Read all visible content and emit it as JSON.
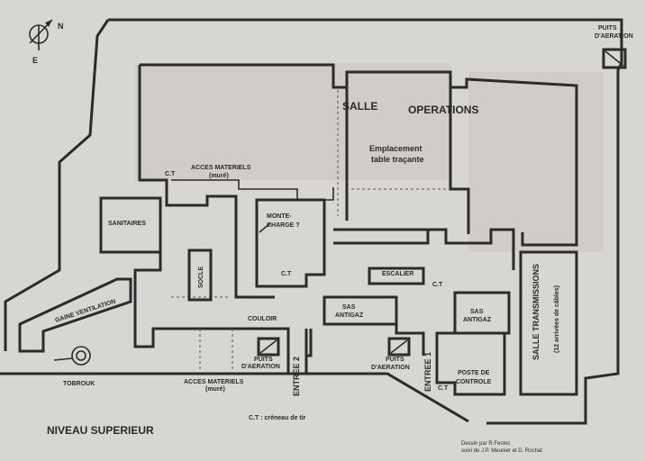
{
  "compass": {
    "n": "N",
    "e": "E"
  },
  "labels": {
    "puits_top": "PUITS",
    "aeration_top": "D'AERATION",
    "salle": "SALLE",
    "operations": "OPERATIONS",
    "emplacement": "Emplacement",
    "table_tracante": "table traçante",
    "ct_1": "C.T",
    "acces_materiels_top": "ACCES MATERIELS",
    "mure_top": "(muré)",
    "sanitaires": "SANITAIRES",
    "monte": "MONTE-",
    "charge": "CHARGE ?",
    "ct_2": "C.T",
    "escalier": "ESCALIER",
    "ct_3": "C.T",
    "socle": "SOCLE",
    "salle_transmissions": "SALLE TRANSMISSIONS",
    "arrivees": "(12 arrivées de câbles)",
    "gaine_ventilation": "GAINE VENTILATION",
    "couloir": "COULOIR",
    "sas_1": "SAS",
    "antigaz_1": "ANTIGAZ",
    "sas_2": "SAS",
    "antigaz_2": "ANTIGAZ",
    "puits_1": "PUITS",
    "aeration_1": "D'AERATION",
    "puits_2": "PUITS",
    "aeration_2": "D'AERATION",
    "entree_2": "ENTREE 2",
    "entree_1": "ENTREE 1",
    "poste": "POSTE DE",
    "controle": "CONTROLE",
    "ct_4": "C.T",
    "tobrouk": "TOBROUK",
    "acces_materiels_bottom": "ACCES MATERIELS",
    "mure_bottom": "(muré)",
    "legend_ct": "C.T : créneau de tir",
    "niveau": "NIVEAU SUPERIEUR",
    "credit_1": "Dessin par R.Festoc",
    "credit_2": "suivi de J.P. Meunier et D. Rochat"
  }
}
